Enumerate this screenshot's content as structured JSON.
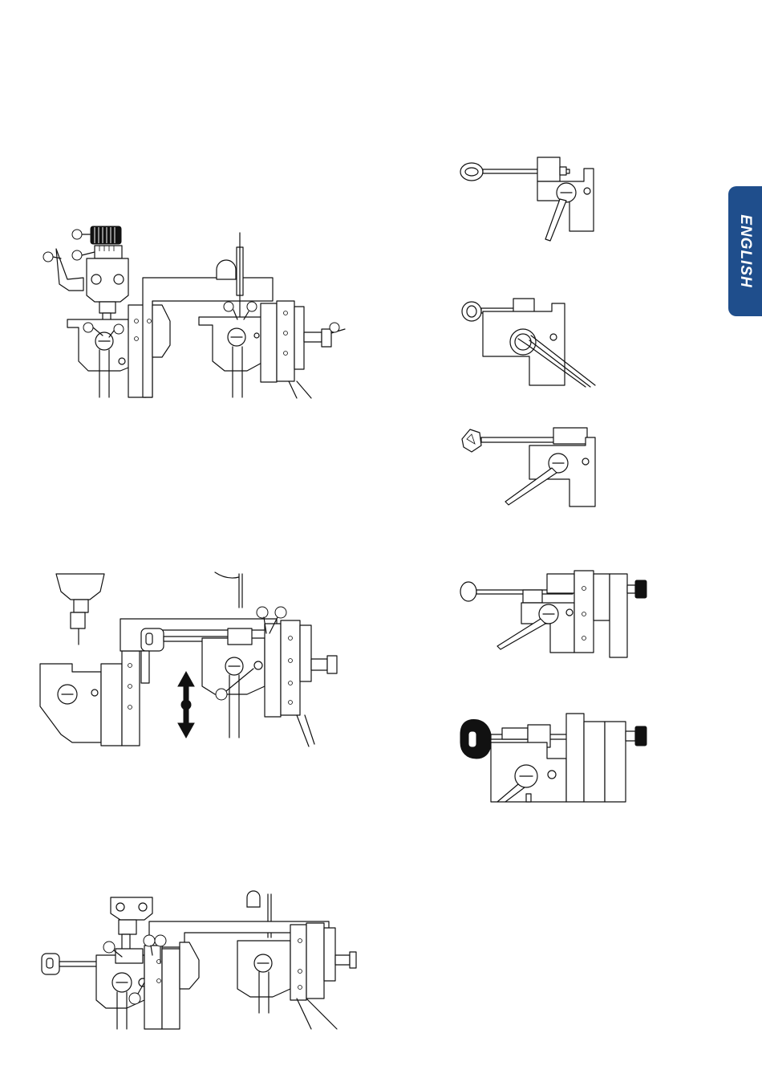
{
  "page": {
    "language_tab": "ENGLISH",
    "accent_color": "#1f4e8c"
  },
  "figures": [
    {
      "id": "machine-overview",
      "callouts": 7
    },
    {
      "id": "carriage-alignment",
      "callouts": 3,
      "arrow": "vertical-double-arrow-icon"
    },
    {
      "id": "key-clamping-machine",
      "callouts": 4
    },
    {
      "id": "clamp-bit-key-1"
    },
    {
      "id": "clamp-bit-key-2"
    },
    {
      "id": "clamp-triangle-bow-key"
    },
    {
      "id": "clamp-long-key-stop"
    },
    {
      "id": "clamp-plastic-head-key"
    }
  ]
}
